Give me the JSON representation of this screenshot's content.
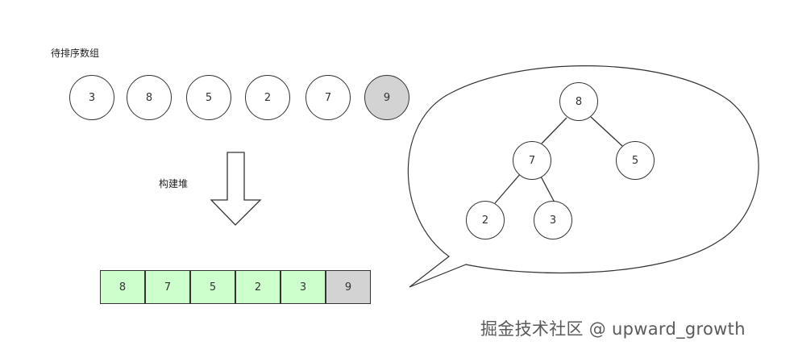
{
  "unsorted_label": "待排序数组",
  "build_heap_label": "构建堆",
  "unsorted_array": [
    "3",
    "8",
    "5",
    "2",
    "7",
    "9"
  ],
  "heap_array": [
    "8",
    "7",
    "5",
    "2",
    "3",
    "9"
  ],
  "tree": {
    "root": "8",
    "left": "7",
    "right": "5",
    "left_left": "2",
    "left_right": "3"
  },
  "watermark": "掘金技术社区 @ upward_growth",
  "colors": {
    "heap_cell_fill": "#ccffcc",
    "highlight_fill": "#d3d3d3",
    "stroke": "#333333"
  }
}
